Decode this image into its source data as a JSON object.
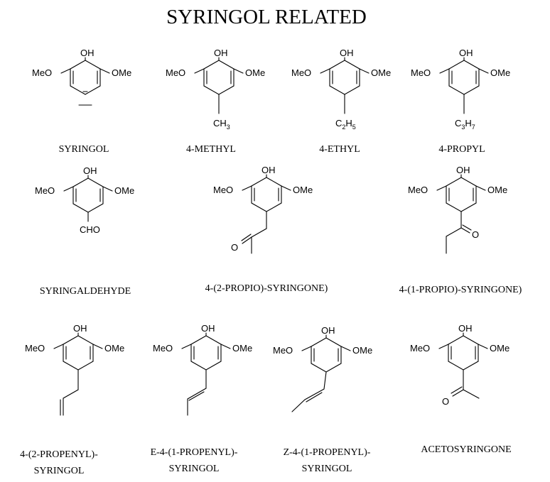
{
  "title": "SYRINGOL RELATED",
  "groups": {
    "oh": "OH",
    "ome": "OMe",
    "meo": "MeO",
    "ch3": "CH",
    "ch3_sub": "3",
    "c2h5_c": "C",
    "c2h5_sub1": "2",
    "c2h5_h": "H",
    "c2h5_sub2": "5",
    "c3h7_c": "C",
    "c3h7_sub1": "3",
    "c3h7_h": "H",
    "c3h7_sub2": "7",
    "cho": "CHO",
    "o": "O"
  },
  "captions": {
    "syringol": "SYRINGOL",
    "methyl": "4-METHYL",
    "ethyl": "4-ETHYL",
    "propyl": "4-PROPYL",
    "syringaldehyde": "SYRINGALDEHYDE",
    "propio2": "4-(2-PROPIO)-SYRINGONE)",
    "propio1": "4-(1-PROPIO)-SYRINGONE)",
    "propenyl2_l1": "4-(2-PROPENYL)-",
    "propenyl2_l2": "SYRINGOL",
    "epropenyl_l1": "E-4-(1-PROPENYL)-",
    "epropenyl_l2": "SYRINGOL",
    "zpropenyl_l1": "Z-4-(1-PROPENYL)-",
    "zpropenyl_l2": "SYRINGOL",
    "acetosyringone": "ACETOSYRINGONE"
  }
}
